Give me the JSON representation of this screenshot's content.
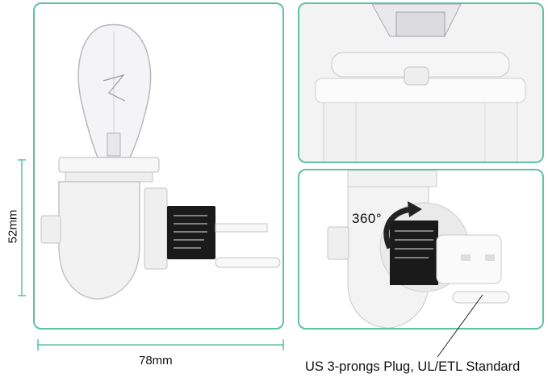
{
  "dimensions": {
    "height_label": "52mm",
    "width_label": "78mm"
  },
  "rotation": {
    "label": "360°"
  },
  "plug": {
    "label": "US 3-prongs Plug, UL/ETL Standard"
  },
  "colors": {
    "panel_border": "#5fc2a4",
    "dimension_line": "#5fc2a4",
    "product_body": "#f2f2f2",
    "label_sticker": "#1a1a1a"
  }
}
